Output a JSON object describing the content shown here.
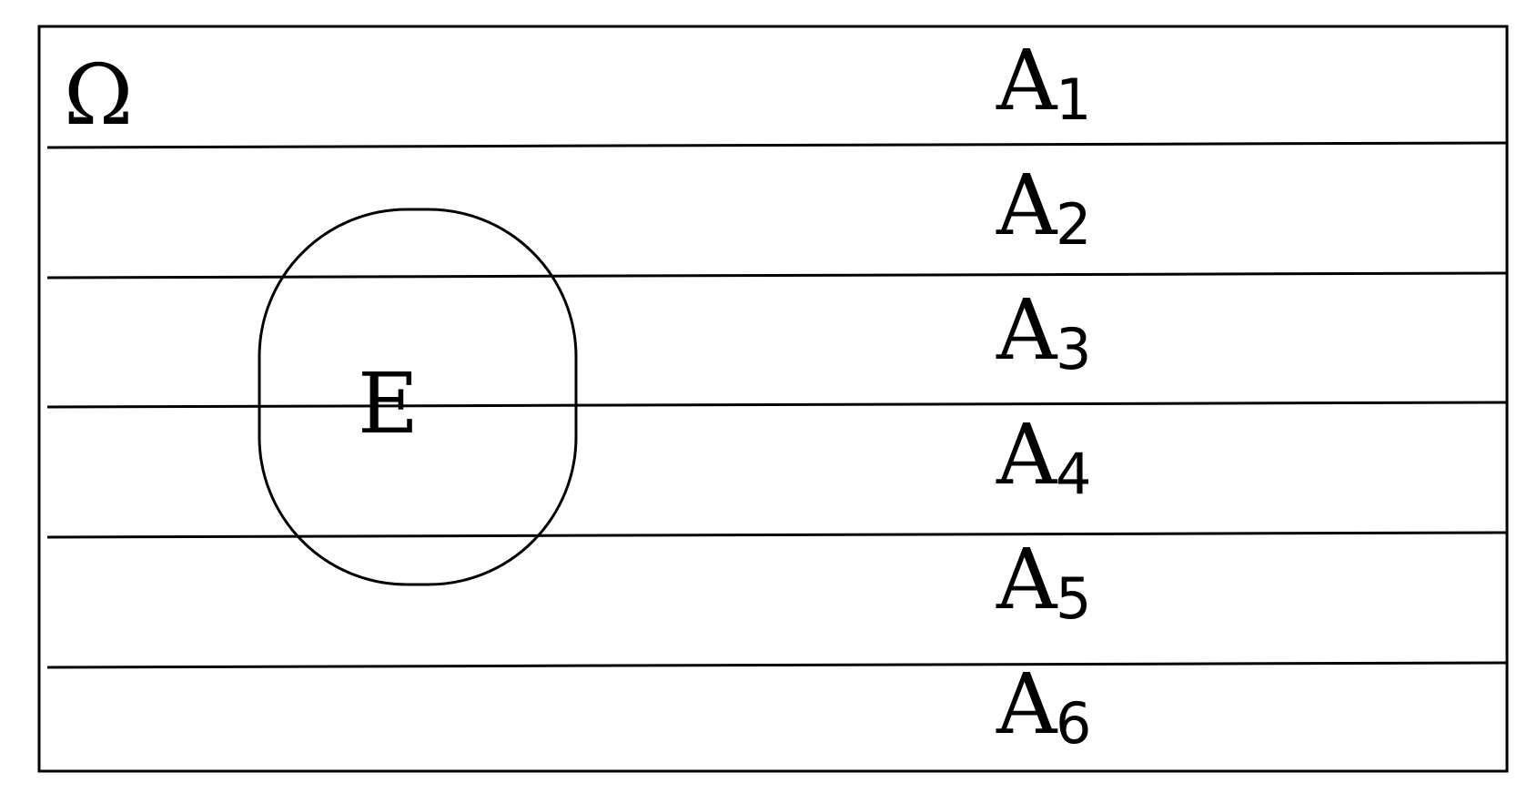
{
  "diagram": {
    "universe_symbol": "Ω",
    "event_label": "E",
    "partitions": [
      {
        "letter": "A",
        "index": "1"
      },
      {
        "letter": "A",
        "index": "2"
      },
      {
        "letter": "A",
        "index": "3"
      },
      {
        "letter": "A",
        "index": "4"
      },
      {
        "letter": "A",
        "index": "5"
      },
      {
        "letter": "A",
        "index": "6"
      }
    ],
    "colors": {
      "stroke": "#000000",
      "background": "#ffffff"
    }
  }
}
